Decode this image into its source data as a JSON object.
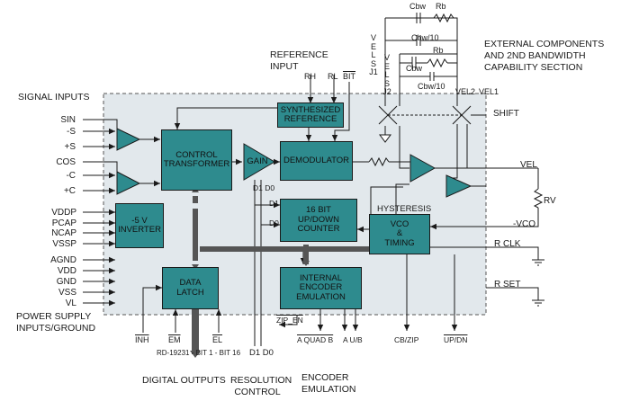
{
  "colors": {
    "block_fill": "#2e8b8e",
    "chip_area": "#e2e8ec",
    "line": "#1a1a1a",
    "background": "#ffffff"
  },
  "headings": {
    "signal_inputs": "SIGNAL INPUTS",
    "reference_input_1": "REFERENCE",
    "reference_input_2": "INPUT",
    "external_1": "EXTERNAL COMPONENTS",
    "external_2": "AND 2ND BANDWIDTH",
    "external_3": "CAPABILITY SECTION",
    "power_1": "POWER SUPPLY",
    "power_2": "INPUTS/GROUND"
  },
  "signal_inputs": [
    "SIN",
    "-S",
    "+S",
    "COS",
    "-C",
    "+C"
  ],
  "power_inputs": [
    "VDDP",
    "PCAP",
    "NCAP",
    "VSSP",
    "AGND",
    "VDD",
    "GND",
    "VSS",
    "VL"
  ],
  "reference_pins": {
    "rh": "RH",
    "rl": "RL",
    "bit": "BIT"
  },
  "blocks": {
    "synth_ref": "SYNTHESIZED\nREFERENCE",
    "control_transformer": "CONTROL\nTRANSFORMER",
    "gain": "GAIN",
    "demodulator": "DEMODULATOR",
    "counter": "16 BIT\nUP/DOWN\nCOUNTER",
    "inverter": "-5 V\nINVERTER",
    "vco": "VCO\n&\nTIMING",
    "data_latch": "DATA\nLATCH",
    "encoder": "INTERNAL\nENCODER\nEMULATION"
  },
  "signals": {
    "hysteresis": "HYSTERESIS",
    "shift": "SHIFT",
    "vel": "VEL",
    "rv": "RV",
    "neg_vco": "-VCO",
    "rclk": "R CLK",
    "rset": "R SET",
    "vel2": "VEL2",
    "vel1": "VEL1",
    "d1d0_top": "D1 D0",
    "d1": "D1",
    "d0": "D0",
    "d1d0_bottom": "D1 D0",
    "zip_en": "ZIP_EN"
  },
  "external": {
    "cbw_1": "Cbw",
    "rb_1": "Rb",
    "cbw10_1": "Cbw/10",
    "rb_2": "Rb",
    "cbw_2": "Cbw",
    "cbw10_2": "Cbw/10",
    "velsj1": "VELSJ1",
    "velsj2": "VELSJ2"
  },
  "bottom_pins": {
    "inh": "INH",
    "em": "EM",
    "el": "EL",
    "a_quad_b": "A QUAD B",
    "a_u_b": "A U/B",
    "cb_zip": "CB/ZIP",
    "up_dn": "UP/DN"
  },
  "bottom_labels": {
    "rd": "RD-19231 - BIT 1 - BIT 16",
    "digital_outputs": "DIGITAL OUTPUTS",
    "resolution_1": "RESOLUTION",
    "resolution_2": "CONTROL",
    "encoder_1": "ENCODER",
    "encoder_2": "EMULATION"
  }
}
